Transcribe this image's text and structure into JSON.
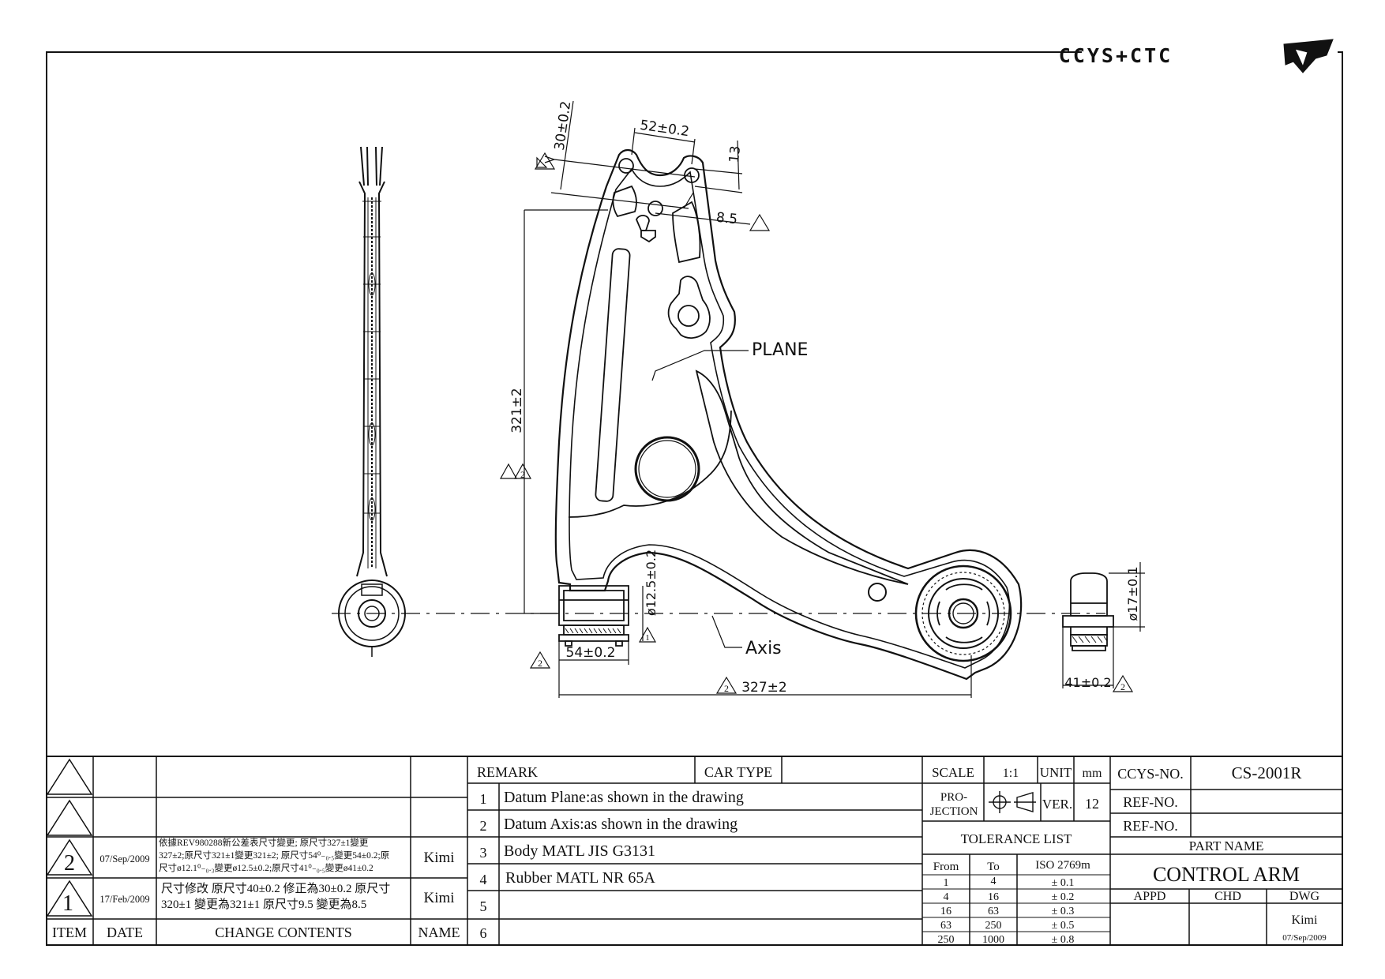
{
  "brand": {
    "logo_text": "CCYS+CTC"
  },
  "drawing": {
    "dims": {
      "hole_offset": "30±0.2",
      "hole_spacing": "52±0.2",
      "edge_13": "13",
      "edge_85": "8.5",
      "height": "321±2",
      "plane_label": "PLANE",
      "axis_label": "Axis",
      "bush_dia": "ø12.5±0.2",
      "bush_width": "54±0.2",
      "overall_len": "327±2",
      "ball_dia": "ø17±0.1",
      "ball_width": "41±0.2"
    },
    "rev_marks": {
      "r1": "1",
      "r2": "2"
    }
  },
  "revisions": {
    "headers": {
      "item": "ITEM",
      "date": "DATE",
      "contents": "CHANGE CONTENTS",
      "name": "NAME"
    },
    "rows": [
      {
        "item": "2",
        "date": "07/Sep/2009",
        "line1": "依據REV980288新公差表尺寸變更; 原尺寸327±1變更",
        "line2": "327±2;原尺寸321±1變更321±2; 原尺寸54⁰₋₀.₅變更54±0.2;原",
        "line3": "尺寸ø12.1⁰₋₀.₃變更ø12.5±0.2;原尺寸41⁰₋₀.₅變更ø41±0.2",
        "name": "Kimi"
      },
      {
        "item": "1",
        "date": "17/Feb/2009",
        "line1": "尺寸修改 原尺寸40±0.2 修正為30±0.2 原尺寸",
        "line2": "320±1 變更為321±1 原尺寸9.5 變更為8.5",
        "name": "Kimi"
      }
    ]
  },
  "remarks": {
    "title": "REMARK",
    "car_type_label": "CAR TYPE",
    "car_type_value": "",
    "items": [
      {
        "n": "1",
        "text": "Datum Plane:as shown in the drawing"
      },
      {
        "n": "2",
        "text": "Datum Axis:as shown in the drawing"
      },
      {
        "n": "3",
        "text": "Body MATL JIS G3131"
      },
      {
        "n": "4",
        "text": "Rubber MATL NR 65A"
      },
      {
        "n": "5",
        "text": ""
      },
      {
        "n": "6",
        "text": ""
      }
    ]
  },
  "titleblock": {
    "scale_label": "SCALE",
    "scale": "1:1",
    "unit_label": "UNIT",
    "unit": "mm",
    "projection_label_1": "PRO-",
    "projection_label_2": "JECTION",
    "ver_label": "VER.",
    "ver": "12",
    "tolerance_title": "TOLERANCE LIST",
    "tol_headers": {
      "from": "From",
      "to": "To",
      "iso": "ISO 2769m"
    },
    "tolerances": [
      {
        "from": "1",
        "to": "4",
        "tol": "± 0.1"
      },
      {
        "from": "4",
        "to": "16",
        "tol": "± 0.2"
      },
      {
        "from": "16",
        "to": "63",
        "tol": "± 0.3"
      },
      {
        "from": "63",
        "to": "250",
        "tol": "± 0.5"
      },
      {
        "from": "250",
        "to": "1000",
        "tol": "± 0.8"
      }
    ],
    "ccys_no_label": "CCYS-NO.",
    "ccys_no": "CS-2001R",
    "ref_no_label": "REF-NO.",
    "part_name_label": "PART NAME",
    "part_name": "CONTROL ARM",
    "appd_label": "APPD",
    "chd_label": "CHD",
    "dwg_label": "DWG",
    "dwg_name": "Kimi",
    "dwg_date": "07/Sep/2009"
  },
  "colors": {
    "ink": "#111111",
    "paper": "#ffffff"
  }
}
